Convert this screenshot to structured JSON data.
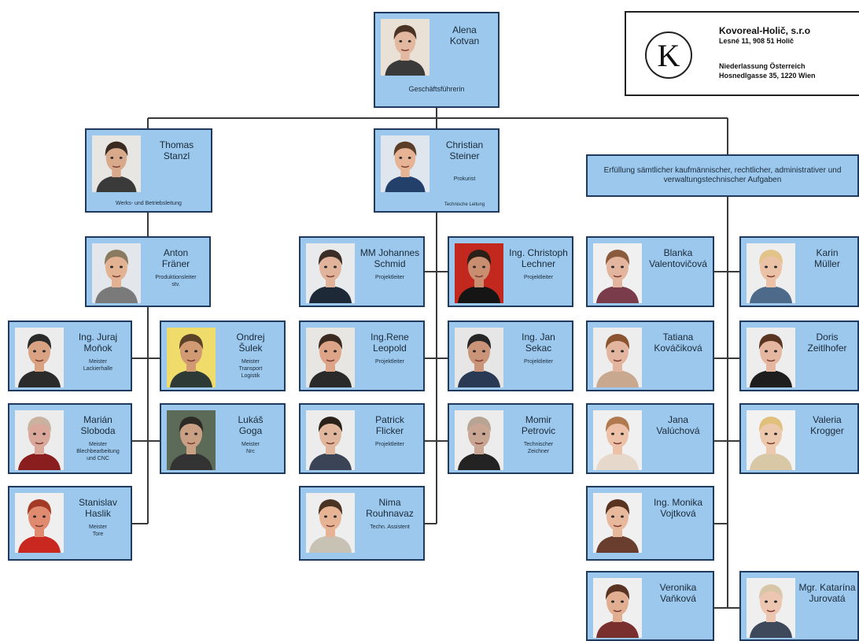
{
  "company": {
    "name": "Kovoreal-Holič, s.r.o",
    "address": "Lesné 11, 908 51 Holič",
    "branch_title": "Niederlassung Österreich",
    "branch_address": "Hosnedlgasse 35, 1220 Wien",
    "logo_letter": "K"
  },
  "task_box": "Erfüllung sämtlicher kaufmännischer, rechtlicher, administrativer und verwaltungstechnischer Aufgaben",
  "people": [
    {
      "name": "Alena\nKotvan",
      "role": "Geschäftsführerin"
    },
    {
      "name": "Thomas\nStanzl",
      "role": "Werks- und Betriebsleitung"
    },
    {
      "name": "Christian\nSteiner",
      "role": "Prokurist"
    },
    {
      "name": "Anton\nFräner",
      "role": "Produktionsleiter\nstv."
    },
    {
      "name": "Ing. Juraj\nMoňok",
      "role": "Meister\nLackierhalle"
    },
    {
      "name": "Ondrej\nŠulek",
      "role": "Meister\nTransport\nLogistik"
    },
    {
      "name": "Marián\nSloboda",
      "role": "Meister\nBlechbearbeitung\nund CNC"
    },
    {
      "name": "Lukáš\nGoga",
      "role": "Meister\nNrc"
    },
    {
      "name": "Stanislav\nHaslik",
      "role": "Meister\nTore"
    },
    {
      "name": "MM Johannes\nSchmid",
      "role": "Projektleiter"
    },
    {
      "name": "Ing. Christoph\nLechner",
      "role": "Projektleiter"
    },
    {
      "name": "Ing.Rene\nLeopold",
      "role": "Projektleiter"
    },
    {
      "name": "Ing. Jan\nSekac",
      "role": "Projektleiter"
    },
    {
      "name": "Patrick\nFlicker",
      "role": "Projektleiter"
    },
    {
      "name": "Momir\nPetrovic",
      "role": "Technischer\nZeichner"
    },
    {
      "name": "Nima\nRouhnavaz",
      "role": "Techn. Assistent"
    },
    {
      "name": "Blanka\nValentovičová",
      "role": ""
    },
    {
      "name": "Karin\nMüller",
      "role": ""
    },
    {
      "name": "Tatiana\nKováčiková",
      "role": ""
    },
    {
      "name": "Doris\nZeitlhofer",
      "role": ""
    },
    {
      "name": "Jana\nValúchová",
      "role": ""
    },
    {
      "name": "Valeria\nKrogger",
      "role": ""
    },
    {
      "name": "Ing. Monika\nVojtková",
      "role": ""
    },
    {
      "name": "Veronika\nVaňková",
      "role": ""
    },
    {
      "name": "Mgr. Katarína\nJurovatá",
      "role": ""
    }
  ],
  "sub_label": "Technische Leitung",
  "colors": {
    "box_fill": "#9bc8ec",
    "box_border": "#1f3a5c",
    "line": "#3a3a3a"
  }
}
